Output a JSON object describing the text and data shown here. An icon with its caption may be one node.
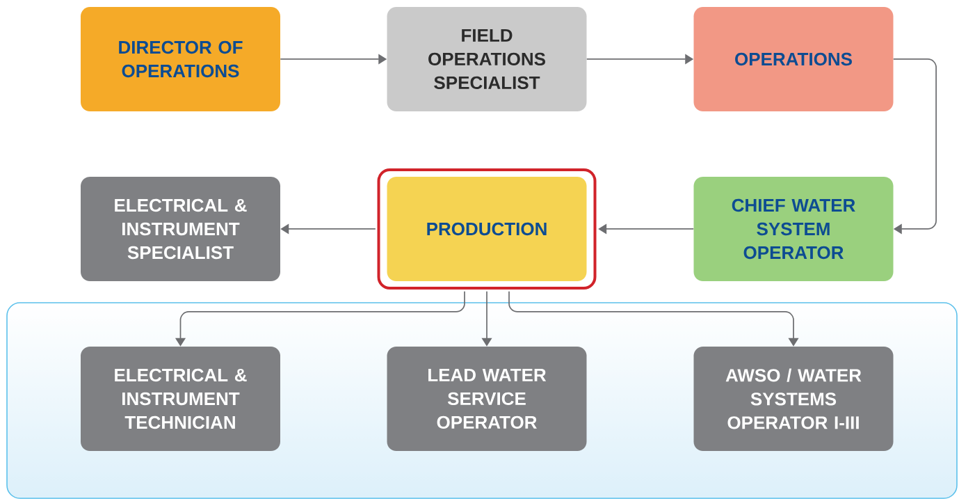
{
  "diagram": {
    "nodes": [
      {
        "text": [
          "DIRECTOR OF OPERATIONS"
        ]
      },
      {
        "text": [
          "FIELD OPERATIONS SPECIALIST"
        ]
      },
      {
        "text": [
          "OPERATIONS"
        ]
      },
      {
        "text": [
          "ELECTRICAL & INSTRUMENT SPECIALIST"
        ]
      },
      {
        "text": [
          "PRODUCTION"
        ]
      },
      {
        "text": [
          "CHIEF WATER SYSTEM OPERATOR"
        ]
      },
      {
        "text": [
          "ELECTRICAL & INSTRUMENT TECHNICIAN"
        ]
      },
      {
        "text": [
          "LEAD WATER SERVICE OPERATOR"
        ]
      },
      {
        "text": [
          "AWSO / WATER SYSTEMS OPERATOR I-III"
        ]
      }
    ],
    "edges": [
      {
        "from": 0,
        "to": 1,
        "arrow": "to"
      },
      {
        "from": 1,
        "to": 2,
        "arrow": "to"
      },
      {
        "from": 2,
        "to": 5,
        "arrow": "to"
      },
      {
        "from": 5,
        "to": 4,
        "arrow": "to"
      },
      {
        "from": 4,
        "to": 3,
        "arrow": "to"
      },
      {
        "from": 4,
        "to": 6,
        "arrow": "to"
      },
      {
        "from": 4,
        "to": 7,
        "arrow": "to"
      },
      {
        "from": 4,
        "to": 8,
        "arrow": "to"
      }
    ]
  }
}
